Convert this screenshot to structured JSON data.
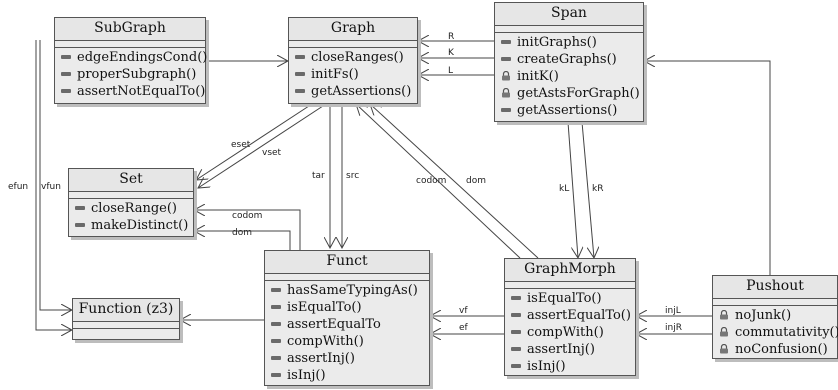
{
  "classes": {
    "subgraph": {
      "name": "SubGraph",
      "ops": [
        {
          "vis": "public",
          "text": "edgeEndingsCond()"
        },
        {
          "vis": "public",
          "text": "properSubgraph()"
        },
        {
          "vis": "public",
          "text": "assertNotEqualTo()"
        }
      ]
    },
    "graph": {
      "name": "Graph",
      "ops": [
        {
          "vis": "public",
          "text": "closeRanges()"
        },
        {
          "vis": "public",
          "text": "initFs()"
        },
        {
          "vis": "public",
          "text": "getAssertions()"
        }
      ]
    },
    "span": {
      "name": "Span",
      "ops": [
        {
          "vis": "public",
          "text": "initGraphs()"
        },
        {
          "vis": "public",
          "text": "createGraphs()"
        },
        {
          "vis": "private",
          "text": "initK()"
        },
        {
          "vis": "private",
          "text": "getAstsForGraph()"
        },
        {
          "vis": "public",
          "text": "getAssertions()"
        }
      ]
    },
    "set": {
      "name": "Set",
      "ops": [
        {
          "vis": "public",
          "text": "closeRange()"
        },
        {
          "vis": "public",
          "text": "makeDistinct()"
        }
      ]
    },
    "funct": {
      "name": "Funct",
      "ops": [
        {
          "vis": "public",
          "text": "hasSameTypingAs()"
        },
        {
          "vis": "public",
          "text": "isEqualTo()"
        },
        {
          "vis": "public",
          "text": "assertEqualTo"
        },
        {
          "vis": "public",
          "text": "compWith()"
        },
        {
          "vis": "public",
          "text": "assertInj()"
        },
        {
          "vis": "public",
          "text": "isInj()"
        }
      ]
    },
    "graphmorph": {
      "name": "GraphMorph",
      "ops": [
        {
          "vis": "public",
          "text": "isEqualTo()"
        },
        {
          "vis": "public",
          "text": "assertEqualTo()"
        },
        {
          "vis": "public",
          "text": "compWith()"
        },
        {
          "vis": "public",
          "text": "assertInj()"
        },
        {
          "vis": "public",
          "text": "isInj()"
        }
      ]
    },
    "function": {
      "name": "Function (z3)",
      "ops": []
    },
    "pushout": {
      "name": "Pushout",
      "ops": [
        {
          "vis": "private",
          "text": "noJunk()"
        },
        {
          "vis": "private",
          "text": "commutativity()"
        },
        {
          "vis": "private",
          "text": "noConfusion()"
        }
      ]
    }
  },
  "edge_labels": {
    "r": "R",
    "k": "K",
    "l": "L",
    "eset": "eset",
    "vset": "vset",
    "efun": "efun",
    "vfun": "vfun",
    "tar": "tar",
    "src": "src",
    "codom_graph": "codom",
    "dom_graph": "dom",
    "kl": "kL",
    "kr": "kR",
    "codom_set": "codom",
    "dom_set": "dom",
    "vf": "vf",
    "ef": "ef",
    "injl": "injL",
    "injr": "injR"
  },
  "colors": {
    "box_fill": "#ebebeb",
    "border": "#555555",
    "line": "#444444",
    "shadow": "#bdbdbd"
  },
  "icons": {
    "public": "public-operation-icon",
    "private": "lock-icon"
  }
}
